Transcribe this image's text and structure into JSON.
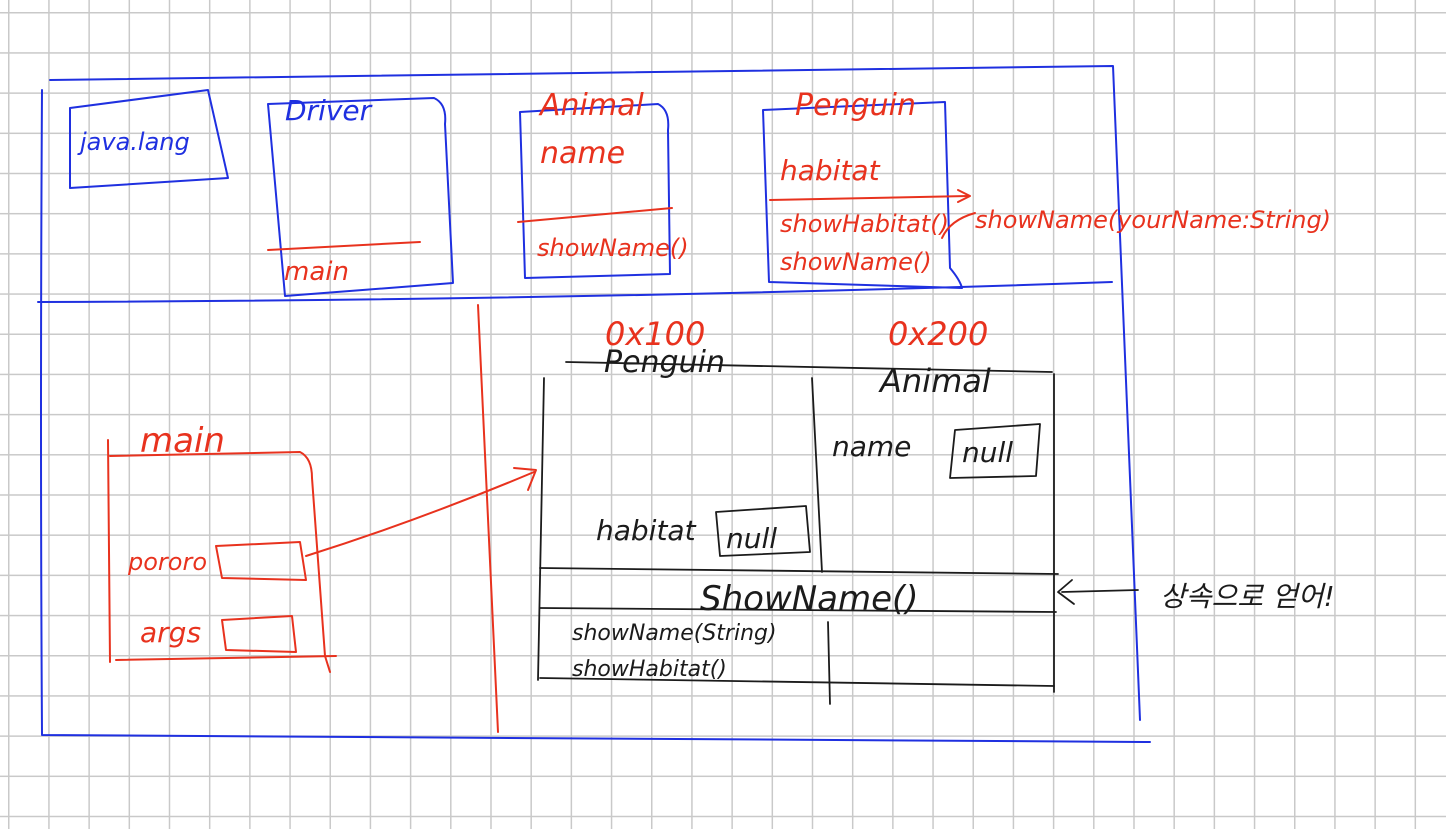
{
  "method_area": {
    "java_lang": "java.lang",
    "driver": {
      "title": "Driver",
      "method": "main"
    },
    "animal": {
      "title": "Animal",
      "field": "name",
      "method": "showName()"
    },
    "penguin": {
      "title": "Penguin",
      "field": "habitat",
      "methods": [
        "showHabitat()",
        "showName()"
      ],
      "overload_note": "showName(yourName:String)"
    }
  },
  "stack": {
    "frame_title": "main",
    "vars": [
      "pororo",
      "args"
    ]
  },
  "heap": {
    "penguin_address": "0x100",
    "animal_address": "0x200",
    "penguin_label": "Penguin",
    "animal_label": "Animal",
    "animal_field": "name",
    "animal_field_value": "null",
    "penguin_field": "habitat",
    "penguin_field_value": "null",
    "inherited_method": "ShowName()",
    "penguin_methods": [
      "showName(String)",
      "showHabitat()"
    ],
    "annotation": "상속으로 얻어!"
  }
}
